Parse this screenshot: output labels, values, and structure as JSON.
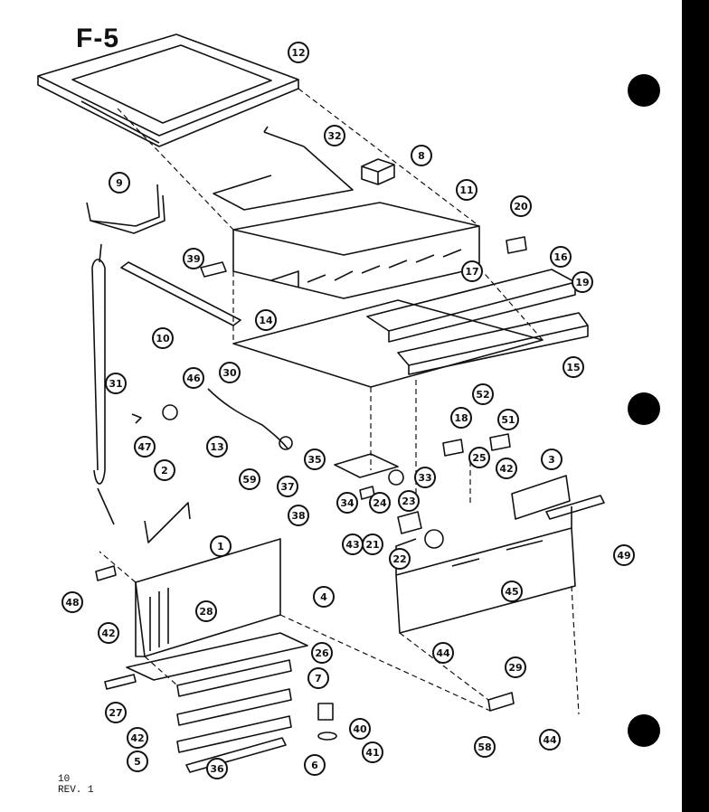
{
  "figure": {
    "label": "F-5"
  },
  "footer": {
    "page": "10",
    "revision": "REV. 1"
  },
  "callouts": [
    "12",
    "32",
    "8",
    "9",
    "11",
    "20",
    "39",
    "17",
    "16",
    "19",
    "10",
    "14",
    "15",
    "30",
    "31",
    "46",
    "52",
    "18",
    "51",
    "47",
    "13",
    "59",
    "35",
    "33",
    "37",
    "25",
    "42",
    "3",
    "2",
    "34",
    "24",
    "23",
    "38",
    "43",
    "21",
    "22",
    "49",
    "1",
    "4",
    "45",
    "48",
    "42",
    "28",
    "44",
    "29",
    "26",
    "7",
    "27",
    "42",
    "40",
    "5",
    "41",
    "6",
    "36",
    "58",
    "44"
  ],
  "colors": {
    "ink": "#111111",
    "paper": "#ffffff"
  },
  "icons": [
    "hole-punch-icon",
    "callout-circle-icon"
  ]
}
